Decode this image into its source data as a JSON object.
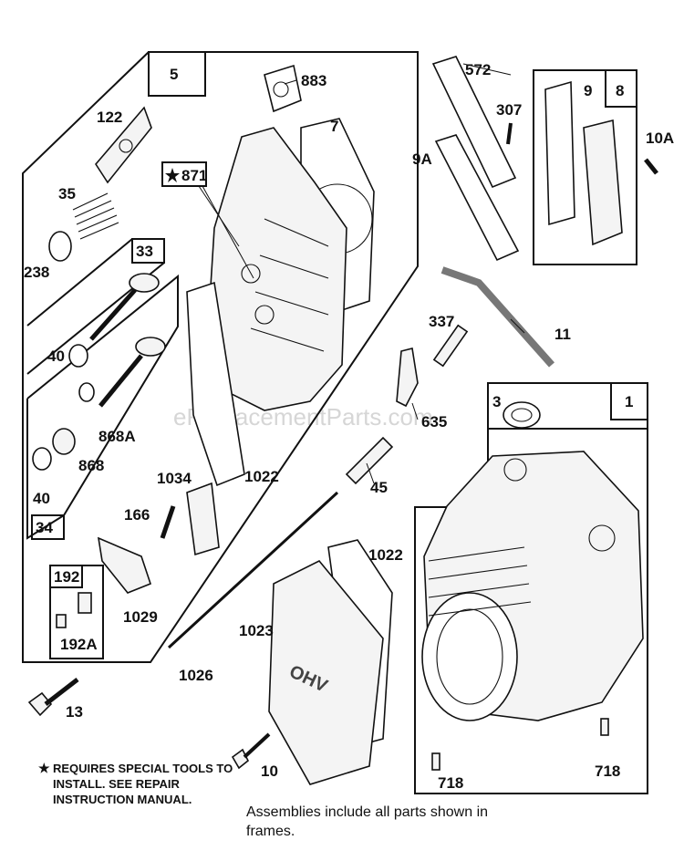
{
  "diagram": {
    "watermark": "eReplacementParts.com",
    "frames": {
      "head_assembly": "5",
      "valve_cover_assembly": "8",
      "crankcase_assembly": "1",
      "intake_valve_assembly": "33",
      "exhaust_valve_assembly": "34",
      "breather_assembly": "192"
    },
    "labels": {
      "p883": "883",
      "p122": "122",
      "p7": "7",
      "p871": "871",
      "p35": "35",
      "p238": "238",
      "p40a": "40",
      "p868a": "868A",
      "p868": "868",
      "p40b": "40",
      "p1034": "1034",
      "p1022a": "1022",
      "p166": "166",
      "p1029": "1029",
      "p192a": "192A",
      "p572": "572",
      "p307": "307",
      "p9a": "9A",
      "p9": "9",
      "p10a": "10A",
      "p337": "337",
      "p11": "11",
      "p635": "635",
      "p3": "3",
      "p45": "45",
      "p1022b": "1022",
      "p1023": "1023",
      "p1026": "1026",
      "p13": "13",
      "p10": "10",
      "p718a": "718",
      "p718b": "718"
    },
    "notes": {
      "special_tools": "REQUIRES SPECIAL TOOLS TO INSTALL.  SEE REPAIR INSTRUCTION MANUAL.",
      "assemblies": "Assemblies include all parts shown in frames."
    },
    "icons": {
      "star": "star-icon"
    }
  }
}
